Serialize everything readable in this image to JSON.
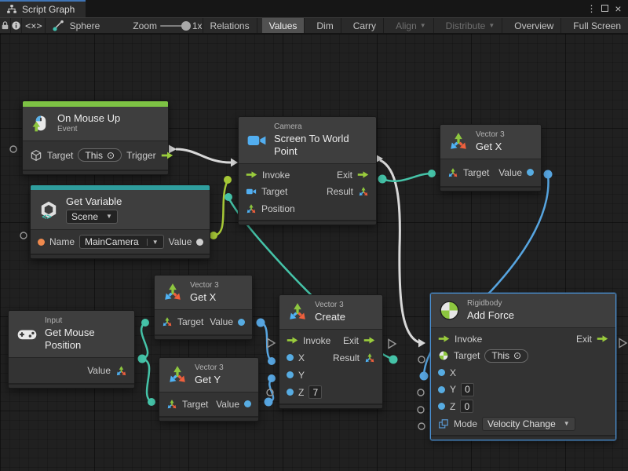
{
  "window": {
    "tab_title": "Script Graph"
  },
  "glyphs": {
    "dropdown": "▼",
    "picker": "⊙",
    "menu": "⋮",
    "close": "×"
  },
  "toolbar": {
    "code_icon": "<×>",
    "context_label": "Sphere",
    "zoom_label": "Zoom",
    "zoom_value": "1x",
    "buttons": {
      "relations": "Relations",
      "values": "Values",
      "dim": "Dim",
      "carry": "Carry",
      "align": "Align",
      "distribute": "Distribute",
      "overview": "Overview",
      "fullscreen": "Full Screen"
    }
  },
  "nodes": {
    "on_mouse_up": {
      "title": "On Mouse Up",
      "subtitle": "Event",
      "target_label": "Target",
      "target_value": "This",
      "trigger_label": "Trigger"
    },
    "get_variable": {
      "title": "Get Variable",
      "scope": "Scene",
      "name_label": "Name",
      "name_value": "MainCamera",
      "value_label": "Value"
    },
    "camera": {
      "group": "Camera",
      "title": "Screen To World Point",
      "invoke": "Invoke",
      "exit": "Exit",
      "target": "Target",
      "result": "Result",
      "position": "Position"
    },
    "get_x_top": {
      "group": "Vector 3",
      "title": "Get X",
      "target": "Target",
      "value": "Value"
    },
    "get_x_mid": {
      "group": "Vector 3",
      "title": "Get X",
      "target": "Target",
      "value": "Value"
    },
    "get_y": {
      "group": "Vector 3",
      "title": "Get Y",
      "target": "Target",
      "value": "Value"
    },
    "mouse_position": {
      "group": "Input",
      "title": "Get Mouse Position",
      "value": "Value"
    },
    "create_vector": {
      "group": "Vector 3",
      "title": "Create",
      "invoke": "Invoke",
      "exit": "Exit",
      "x": "X",
      "result": "Result",
      "y": "Y",
      "z": "Z",
      "z_value": "7"
    },
    "add_force": {
      "group": "Rigidbody",
      "title": "Add Force",
      "invoke": "Invoke",
      "exit": "Exit",
      "target": "Target",
      "target_value": "This",
      "x": "X",
      "y": "Y",
      "y_value": "0",
      "z": "Z",
      "z_value": "0",
      "mode_label": "Mode",
      "mode_value": "Velocity Change"
    }
  },
  "colors": {
    "event_green": "#7dc244",
    "variable_teal": "#2f9e9e",
    "selection_blue": "#4a8fd1",
    "wire_white": "#d8d8d8",
    "wire_green": "#a6c836",
    "wire_teal": "#45c3a8",
    "wire_blue": "#57a5e0",
    "port_blue": "#57ace2",
    "port_orange": "#ef8a4e",
    "arrow_green": "#9acc3c"
  }
}
